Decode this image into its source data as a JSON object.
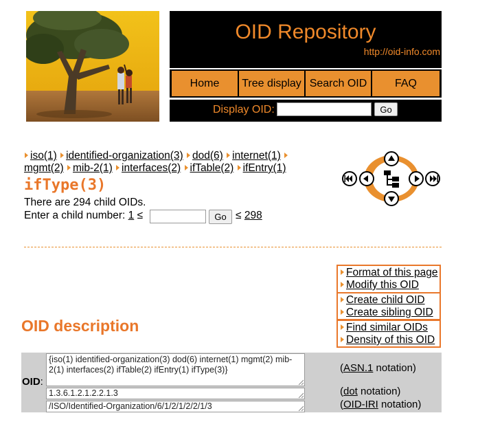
{
  "header": {
    "title": "OID Repository",
    "url": "http://oid-info.com",
    "nav": [
      "Home",
      "Tree display",
      "Search OID",
      "FAQ"
    ],
    "display_oid_label": "Display OID:",
    "go_label": "Go"
  },
  "breadcrumb": [
    {
      "name": "iso",
      "num": "(1)"
    },
    {
      "name": "identified-organization",
      "num": "(3)"
    },
    {
      "name": "dod",
      "num": "(6)"
    },
    {
      "name": "internet",
      "num": "(1)"
    },
    {
      "name": "mgmt",
      "num": "(2)"
    },
    {
      "name": "mib-2",
      "num": "(1)"
    },
    {
      "name": "interfaces",
      "num": "(2)"
    },
    {
      "name": "ifTable",
      "num": "(2)"
    },
    {
      "name": "ifEntry",
      "num": "(1)"
    }
  ],
  "current": {
    "heading": "ifType(3)",
    "child_count_text": "There are 294 child OIDs.",
    "enter_child_label": "Enter a child number:",
    "min": "1",
    "max": "298",
    "leq": "≤",
    "go_label": "Go"
  },
  "actions": [
    [
      "Format of this page",
      "Modify this OID"
    ],
    [
      "Create child OID",
      "Create sibling OID"
    ],
    [
      "Find similar OIDs",
      "Density of this OID"
    ]
  ],
  "description": {
    "title": "OID description",
    "oid_label": "OID",
    "colon": ":",
    "asn1_value": "{iso(1) identified-organization(3) dod(6) internet(1) mgmt(2) mib-2(1) interfaces(2) ifTable(2) ifEntry(1) ifType(3)}",
    "dot_value": "1.3.6.1.2.1.2.2.1.3",
    "iri_value": "/ISO/Identified-Organization/6/1/2/1/2/2/1/3",
    "asn1_note": {
      "pre": "(",
      "link": "ASN.1",
      "post": " notation)"
    },
    "dot_note": {
      "pre": "(",
      "link": "dot",
      "post": " notation)"
    },
    "iri_note": {
      "pre": "(",
      "link": "OID-IRI",
      "post": " notation)"
    }
  },
  "colors": {
    "accent": "#e9902f",
    "heading": "#e9772a",
    "table_bg": "#cfcfcf"
  },
  "icons": [
    "first-icon",
    "prev-icon",
    "up-icon",
    "tree-icon",
    "down-icon",
    "next-icon",
    "last-icon"
  ]
}
